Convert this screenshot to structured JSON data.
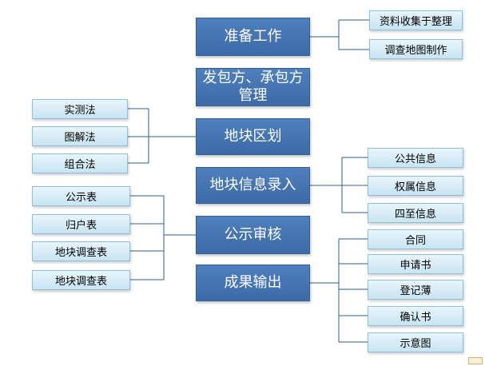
{
  "main_nodes": [
    {
      "id": "prep",
      "label": "准备工作"
    },
    {
      "id": "contract",
      "label": "发包方、承包方\n管理"
    },
    {
      "id": "plot",
      "label": "地块区划"
    },
    {
      "id": "entry",
      "label": "地块信息录入"
    },
    {
      "id": "review",
      "label": "公示审核"
    },
    {
      "id": "output",
      "label": "成果输出"
    }
  ],
  "prep_children": [
    "资料收集于整理",
    "调查地图制作"
  ],
  "plot_children": [
    "实测法",
    "图解法",
    "组合法"
  ],
  "entry_children": [
    "公共信息",
    "权属信息",
    "四至信息"
  ],
  "review_children": [
    "公示表",
    "归户表",
    "地块调查表",
    "地块调查表"
  ],
  "output_children": [
    "合同",
    "申请书",
    "登记薄",
    "确认书",
    "示意图"
  ],
  "colors": {
    "main_fill": "#4472b2",
    "sub_fill": "#d6ecf8",
    "connector": "#2e5c91"
  }
}
